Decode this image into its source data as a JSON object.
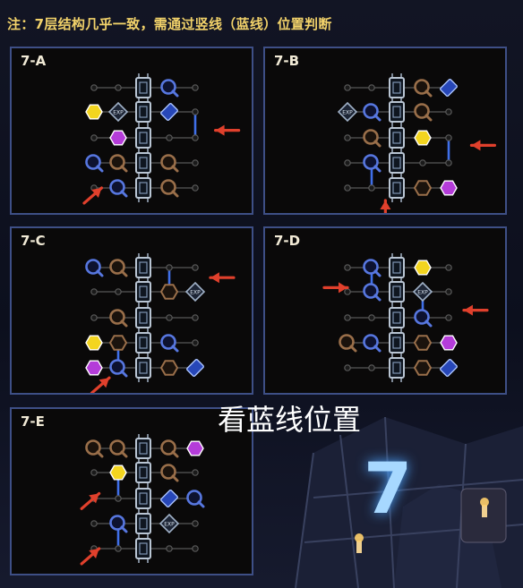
{
  "note": "注：7层结构几乎一致，需通过竖线（蓝线）位置判断",
  "caption": "看蓝线位置",
  "big_number": "7",
  "colors": {
    "panel_border": "#3e4f86",
    "arrow": "#e0402c",
    "blue_line": "#3f6fe8",
    "frame": "#b9c5d3",
    "brown": "#9a6f4a",
    "yellow": "#f3d51f",
    "purple": "#b43cd9",
    "blue_ring": "#5777e0"
  },
  "panels": [
    {
      "title": "7-A",
      "rows": [
        [
          "dot",
          "dot",
          "frame",
          "ring",
          "dot"
        ],
        [
          "hex_yellow",
          "exp",
          "frame",
          "card",
          "dot"
        ],
        [
          "dot",
          "hex_purple",
          "frame",
          "dot",
          "dot"
        ],
        [
          "ring",
          "brown",
          "frame",
          "brown",
          "dot"
        ],
        [
          "dot",
          "ring",
          "frame",
          "brown",
          "dot"
        ]
      ],
      "blue_lines": [
        {
          "col": 4,
          "from_row": 1,
          "to_row": 2
        }
      ],
      "arrows": [
        {
          "row": 1.7,
          "col": 4.8,
          "dir": "left"
        },
        {
          "row": 4.0,
          "col": 0.3,
          "dir": "up-right"
        }
      ]
    },
    {
      "title": "7-B",
      "rows": [
        [
          "dot",
          "dot",
          "frame",
          "brown",
          "card"
        ],
        [
          "exp",
          "ring",
          "frame",
          "brown",
          "dot"
        ],
        [
          "dot",
          "brown",
          "frame",
          "hex_yellow",
          "dot"
        ],
        [
          "dot",
          "ring",
          "frame",
          "dot",
          "dot"
        ],
        [
          "dot",
          "dot",
          "frame",
          "hex_dark",
          "hex_purple"
        ]
      ],
      "blue_lines": [
        {
          "col": 4,
          "from_row": 2,
          "to_row": 3
        },
        {
          "col": 1,
          "from_row": 3,
          "to_row": 4
        }
      ],
      "arrows": [
        {
          "row": 2.3,
          "col": 4.9,
          "dir": "left"
        },
        {
          "row": 4.5,
          "col": 1.5,
          "dir": "up"
        }
      ]
    },
    {
      "title": "7-C",
      "rows": [
        [
          "ring",
          "brown",
          "frame",
          "dot",
          "dot"
        ],
        [
          "dot",
          "dot",
          "frame",
          "hex_dark",
          "exp"
        ],
        [
          "dot",
          "brown",
          "frame",
          "dot",
          "dot"
        ],
        [
          "hex_yellow",
          "hex_dark",
          "frame",
          "ring",
          "dot"
        ],
        [
          "hex_purple",
          "ring",
          "frame",
          "hex_dark",
          "card"
        ]
      ],
      "blue_lines": [
        {
          "col": 3,
          "from_row": 0,
          "to_row": 1
        },
        {
          "col": 1,
          "from_row": 3,
          "to_row": 4
        }
      ],
      "arrows": [
        {
          "row": 0.4,
          "col": 4.6,
          "dir": "left"
        },
        {
          "row": 4.4,
          "col": 0.6,
          "dir": "up-right"
        }
      ]
    },
    {
      "title": "7-D",
      "rows": [
        [
          "dot",
          "ring",
          "frame",
          "hex_yellow",
          "dot"
        ],
        [
          "dot",
          "ring",
          "frame",
          "exp",
          "dot"
        ],
        [
          "dot",
          "dot",
          "frame",
          "ring",
          "dot"
        ],
        [
          "brown",
          "ring",
          "frame",
          "hex_dark",
          "hex_purple"
        ],
        [
          "dot",
          "dot",
          "frame",
          "hex_dark",
          "card"
        ]
      ],
      "blue_lines": [
        {
          "col": 1,
          "from_row": 0,
          "to_row": 1
        },
        {
          "col": 3,
          "from_row": 1,
          "to_row": 2
        }
      ],
      "arrows": [
        {
          "row": 0.8,
          "col": 0.0,
          "dir": "right"
        },
        {
          "row": 1.7,
          "col": 4.6,
          "dir": "left"
        }
      ]
    },
    {
      "title": "7-E",
      "rows": [
        [
          "brown",
          "brown",
          "frame",
          "brown",
          "hex_purple"
        ],
        [
          "dot",
          "hex_yellow",
          "frame",
          "brown",
          "dot"
        ],
        [
          "dot",
          "dot",
          "frame",
          "card",
          "ring"
        ],
        [
          "dot",
          "ring",
          "frame",
          "exp",
          "dot"
        ],
        [
          "dot",
          "dot",
          "frame",
          "dot",
          "dot"
        ]
      ],
      "blue_lines": [
        {
          "col": 1,
          "from_row": 1,
          "to_row": 2
        },
        {
          "col": 1,
          "from_row": 3,
          "to_row": 4
        }
      ],
      "arrows": [
        {
          "row": 1.8,
          "col": 0.2,
          "dir": "up-right"
        },
        {
          "row": 4.0,
          "col": 0.2,
          "dir": "up-right"
        }
      ]
    }
  ]
}
